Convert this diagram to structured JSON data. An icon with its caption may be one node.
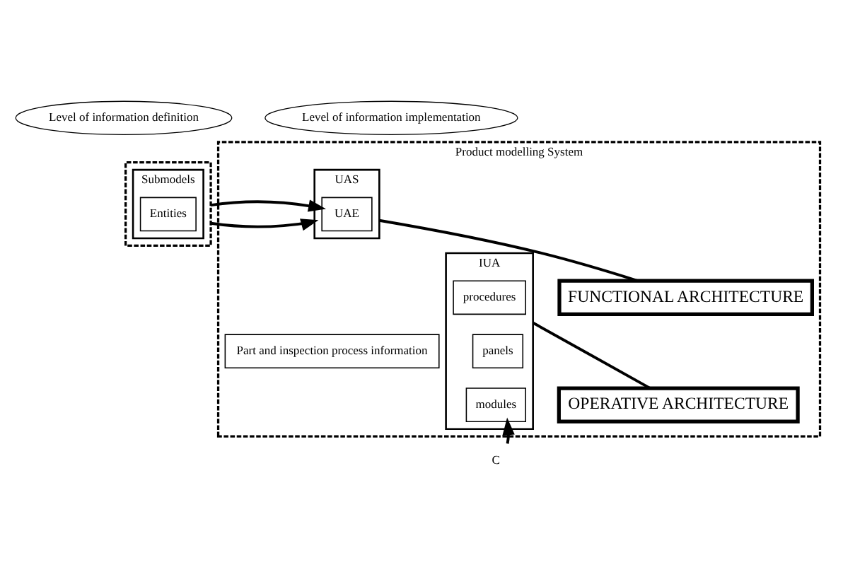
{
  "diagram": {
    "nodes": [
      {
        "text": [
          "Level of information definition"
        ]
      },
      {
        "text": [
          "Level of information implementation"
        ]
      },
      {
        "text": [],
        "shape": "box"
      },
      {
        "text": [
          "Submodels"
        ],
        "in": 2
      },
      {
        "text": [
          "Entities"
        ],
        "in": 3
      },
      {
        "text": [
          "Product modelling System"
        ]
      },
      {
        "text": [
          "UAS"
        ],
        "in": 5
      },
      {
        "text": [
          "UAE"
        ],
        "in": 6
      },
      {
        "text": [
          "IUA"
        ],
        "in": 5
      },
      {
        "text": [
          "procedures"
        ],
        "in": 8
      },
      {
        "text": [
          "panels"
        ],
        "in": 8
      },
      {
        "text": [
          "modules"
        ],
        "in": 8
      },
      {
        "text": [
          "Part and inspection process information"
        ],
        "in": 5
      },
      {
        "text": [
          "FUNCTIONAL ARCHITECTURE"
        ],
        "in": 5
      },
      {
        "text": [
          "OPERATIVE ARCHITECTURE"
        ],
        "in": 5
      },
      {
        "text": [
          "C"
        ]
      }
    ],
    "edges": [
      {
        "from": 2,
        "to": 6,
        "arrow": "to"
      },
      {
        "from": 2,
        "to": 7,
        "arrow": "to"
      },
      {
        "from": 13,
        "to": 6,
        "arrow": "none"
      },
      {
        "from": 14,
        "to": 8,
        "arrow": "none"
      },
      {
        "from": 15,
        "to": 11,
        "arrow": "to"
      }
    ]
  }
}
